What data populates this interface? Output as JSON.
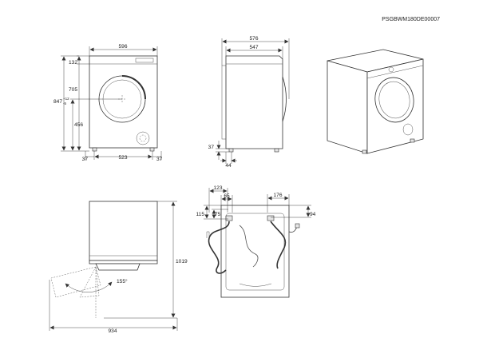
{
  "drawing_code": "PSGBWM180DE00007",
  "front_view": {
    "width": "596",
    "top_to_lid": "132",
    "height_total": "847",
    "height_tol_plus": "+12",
    "height_tol_minus": "-5",
    "door_top": "705",
    "door_center": "456",
    "foot_inset_left": "37",
    "foot_span": "523",
    "foot_inset_right": "37"
  },
  "side_view": {
    "depth_total": "576",
    "depth_body": "547",
    "foot_height": "37",
    "foot_inset": "44"
  },
  "top_view": {
    "depth_door_open": "1019",
    "width_door_open": "934",
    "door_angle": "155°"
  },
  "rear_view": {
    "inlet_offset": "123",
    "inlet_width": "65",
    "drain_offset": "176",
    "inlet_height": "115",
    "inlet_gap": "75",
    "drain_height": "94"
  }
}
